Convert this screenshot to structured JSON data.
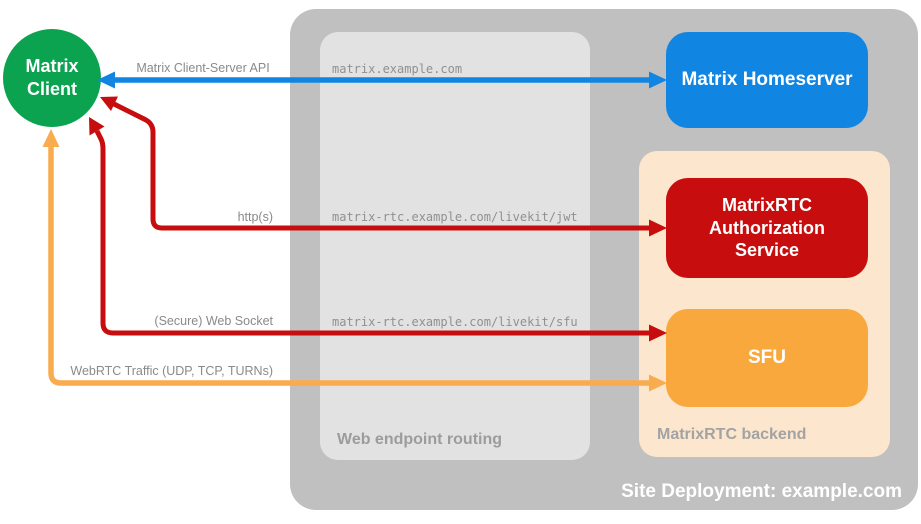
{
  "client": {
    "name": "Matrix Client"
  },
  "site_container": {
    "label": "Site Deployment: example.com"
  },
  "routing_container": {
    "label": "Web endpoint routing",
    "endpoints": [
      {
        "host": "matrix.example.com"
      },
      {
        "host": "matrix-rtc.example.com/livekit/jwt"
      },
      {
        "host": "matrix-rtc.example.com/livekit/sfu"
      }
    ]
  },
  "backend_container": {
    "label": "MatrixRTC backend"
  },
  "nodes": {
    "homeserver": {
      "label": "Matrix Homeserver"
    },
    "auth_service": {
      "label": "MatrixRTC Authorization Service"
    },
    "sfu": {
      "label": "SFU"
    }
  },
  "connections": [
    {
      "label": "Matrix Client-Server API",
      "color": "#1185E2",
      "from": "Matrix Client",
      "to": "Matrix Homeserver",
      "bidirectional": true
    },
    {
      "label": "http(s)",
      "color": "#C70D0D",
      "from": "Matrix Client",
      "to": "MatrixRTC Authorization Service",
      "bidirectional": true
    },
    {
      "label": "(Secure) Web Socket",
      "color": "#C70D0D",
      "from": "Matrix Client",
      "to": "SFU",
      "bidirectional": true
    },
    {
      "label": "WebRTC Traffic (UDP, TCP, TURNs)",
      "color": "#F9AC4E",
      "from": "Matrix Client",
      "to": "SFU",
      "bidirectional": true
    }
  ],
  "colors": {
    "site_container_bg": "#C0C0C0",
    "routing_container_bg": "#E2E2E2",
    "backend_container_bg": "#FCE6CD",
    "client_bg": "#0BA350",
    "homeserver_bg": "#1185E2",
    "auth_service_bg": "#C70D0D",
    "sfu_bg": "#F9A83E",
    "edge_label_text": "#8A8A8A",
    "endpoint_text": "#909090"
  }
}
